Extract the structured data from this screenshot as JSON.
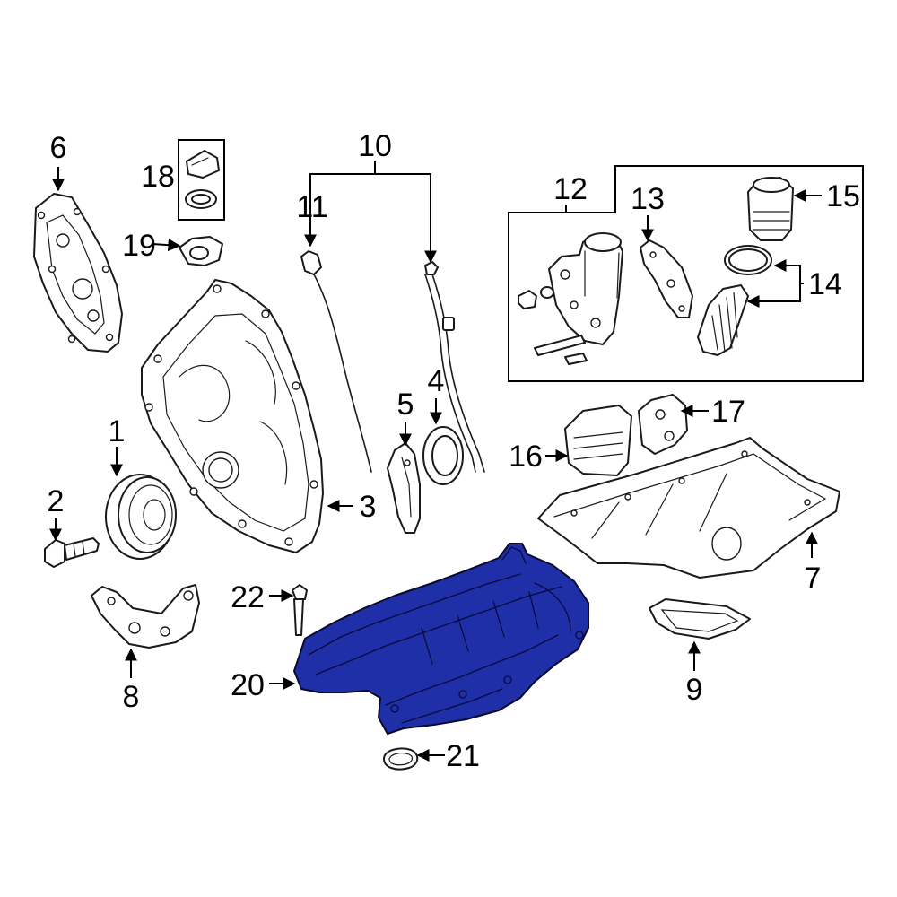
{
  "highlight_color": "#1f2fa8",
  "callouts": {
    "c1": "1",
    "c2": "2",
    "c3": "3",
    "c4": "4",
    "c5": "5",
    "c6": "6",
    "c7": "7",
    "c8": "8",
    "c9": "9",
    "c10": "10",
    "c11": "11",
    "c12": "12",
    "c13": "13",
    "c14": "14",
    "c15": "15",
    "c16": "16",
    "c17": "17",
    "c18": "18",
    "c19": "19",
    "c20": "20",
    "c21": "21",
    "c22": "22"
  }
}
